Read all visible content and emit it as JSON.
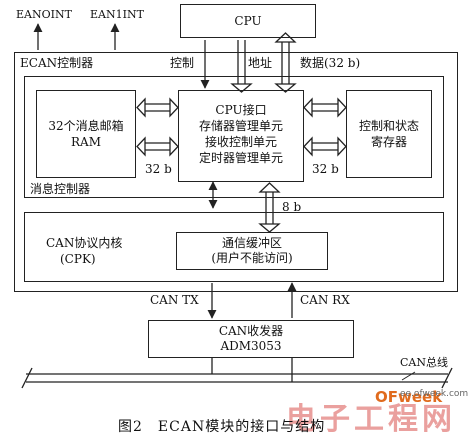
{
  "top": {
    "irq0": "EANOINT",
    "irq1": "EAN1INT",
    "cpu": "CPU"
  },
  "ecan": {
    "title": "ECAN控制器",
    "bus_control": "控制",
    "bus_address": "地址",
    "bus_data": "数据(32 b)"
  },
  "msg": {
    "title": "消息控制器",
    "mailbox_line1": "32个消息邮箱",
    "mailbox_line2": "RAM",
    "core_line1": "CPU接口",
    "core_line2": "存储器管理单元",
    "core_line3": "接收控制单元",
    "core_line4": "定时器管理单元",
    "status_line1": "控制和状态",
    "status_line2": "寄存器",
    "width_left": "32 b",
    "width_right": "32 b"
  },
  "link_width": "8 b",
  "cpk": {
    "title_line1": "CAN协议内核",
    "title_line2": "(CPK)",
    "buffer_line1": "通信缓冲区",
    "buffer_line2": "(用户不能访问)"
  },
  "signals": {
    "tx": "CAN TX",
    "rx": "CAN RX"
  },
  "transceiver": {
    "line1": "CAN收发器",
    "line2": "ADM3053"
  },
  "bus_label": "CAN总线",
  "caption": "图2　ECAN模块的接口与结构",
  "watermark": {
    "logo": "OFweek",
    "site": "ee.ofweek.com",
    "big": "电子工程网"
  }
}
